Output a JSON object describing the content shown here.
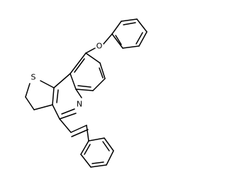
{
  "molecule": {
    "atoms": {
      "oxygen": "O",
      "sulfur": "S",
      "nitrogen": "N"
    },
    "colors": {
      "background": "#ffffff",
      "bond": "#000000",
      "label": "#000000"
    }
  }
}
